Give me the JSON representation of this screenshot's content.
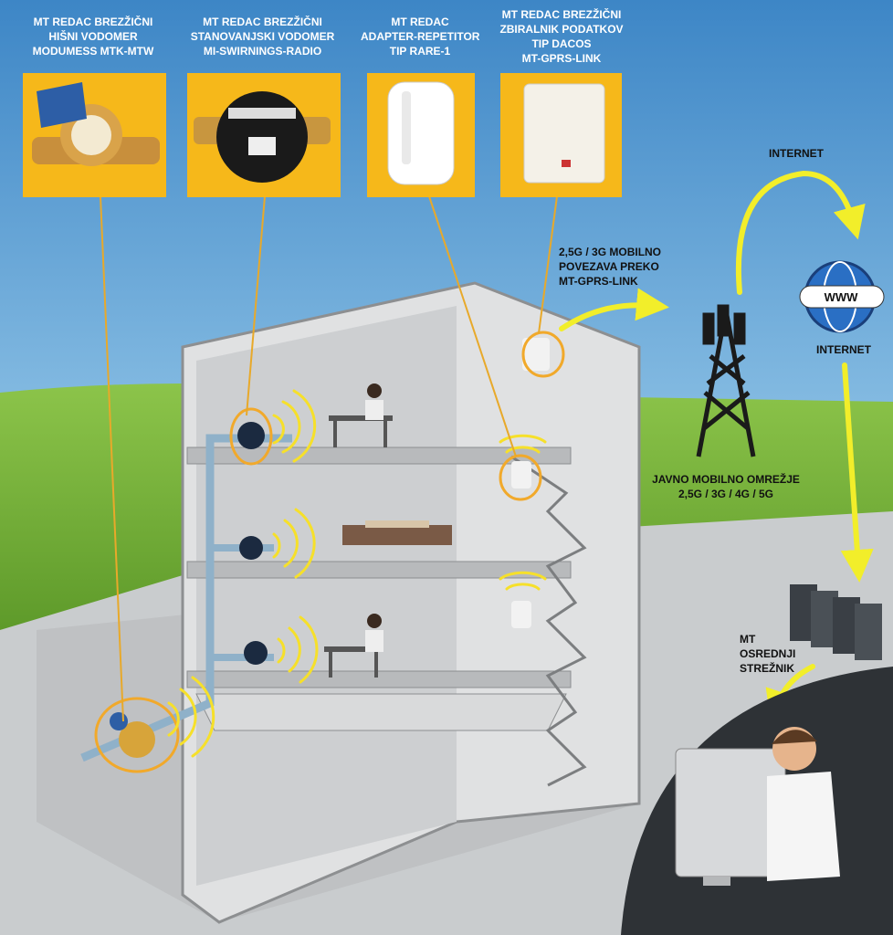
{
  "labels": {
    "house_meter": [
      "MT REDAC BREZŽIČNI",
      "HIŠNI VODOMER",
      "MODUMESS MTK-MTW"
    ],
    "apartment_meter": [
      "MT REDAC BREZŽIČNI",
      "STANOVANJSKI VODOMER",
      "MI-SWIRNINGS-RADIO"
    ],
    "repeater": [
      "MT REDAC",
      "ADAPTER-REPETITOR",
      "TIP RARE-1"
    ],
    "collector": [
      "MT REDAC BREZŽIČNI",
      "ZBIRALNIK PODATKOV",
      "TIP DACOS",
      "MT-GPRS-LINK"
    ],
    "mobile_link": [
      "2,5G / 3G MOBILNO",
      "POVEZAVA PREKO",
      "MT-GPRS-LINK"
    ],
    "internet_top": "INTERNET",
    "internet_bottom": "INTERNET",
    "www": "WWW",
    "mobile_network": [
      "JAVNO MOBILNO OMREŽJE",
      "2,5G / 3G / 4G / 5G"
    ],
    "server": [
      "MT",
      "OSREDNJI",
      "STREŽNIK"
    ]
  },
  "colors": {
    "sky_top": "#3d86c6",
    "sky_bottom": "#8fc3e6",
    "grass": "#78b23c",
    "ground": "#c9ccce",
    "wall": "#d9dadb",
    "wall_edge": "#8d8f91",
    "product_bg": "#f6b81a",
    "arrow": "#f2ee2a",
    "line": "#e8a92a"
  },
  "icons": [
    "water-meter-icon",
    "radio-meter-icon",
    "repeater-icon",
    "collector-icon",
    "cell-tower-icon",
    "globe-icon",
    "server-icon",
    "computer-user-icon",
    "wifi-waves-icon",
    "person-icon"
  ]
}
